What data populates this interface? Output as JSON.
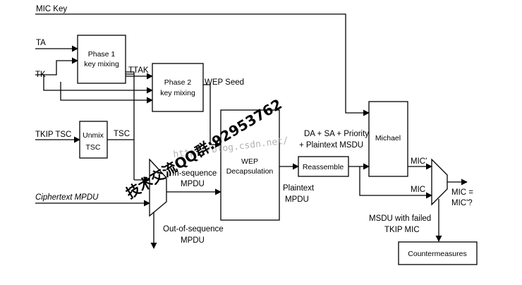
{
  "inputs": {
    "mic_key": "MIC Key",
    "ta": "TA",
    "tk": "TK",
    "tkip_tsc": "TKIP TSC",
    "ciphertext_mpdu": "Ciphertext MPDU"
  },
  "blocks": {
    "phase1": [
      "Phase 1",
      "key mixing"
    ],
    "phase2": [
      "Phase 2",
      "key mixing"
    ],
    "unmix_tsc": [
      "Unmix",
      "TSC"
    ],
    "wep_decap": [
      "WEP",
      "Decapsulation"
    ],
    "reassemble": "Reassemble",
    "michael": "Michael",
    "countermeasures": "Countermeasures"
  },
  "signals": {
    "ttak": "TTAK",
    "wep_seed": "WEP Seed",
    "tsc": "TSC",
    "in_sequence_mpdu": [
      "In-sequence",
      "MPDU"
    ],
    "out_of_sequence_mpdu": [
      "Out-of-sequence",
      "MPDU"
    ],
    "plaintext_mpdu": [
      "Plaintext",
      "MPDU"
    ],
    "da_sa_priority": [
      "DA + SA + Priority",
      "+ Plaintext MSDU"
    ],
    "mic_prime": "MIC'",
    "mic": "MIC",
    "mic_compare": [
      "MIC =",
      "MIC'?"
    ],
    "msdu_failed": [
      "MSDU with failed",
      "TKIP MIC"
    ]
  },
  "watermark": {
    "url": "http://blog.csdn.net/",
    "text": "技术交流QQ群:92953762"
  }
}
